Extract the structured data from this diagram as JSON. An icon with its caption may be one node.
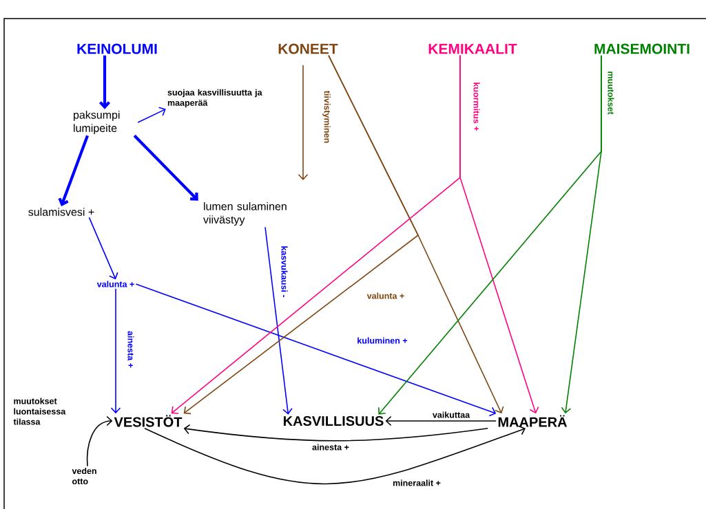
{
  "diagram": {
    "nodes": [
      {
        "text": [
          "KEINOLUMI"
        ]
      },
      {
        "text": [
          "KONEET"
        ]
      },
      {
        "text": [
          "KEMIKAALIT"
        ]
      },
      {
        "text": [
          "MAISEMOINTI"
        ]
      },
      {
        "text": [
          "paksumpi lumipeite"
        ]
      },
      {
        "text": [
          "suojaa kasvillisuutta ja maaperää"
        ]
      },
      {
        "text": [
          "sulamisvesi +"
        ]
      },
      {
        "text": [
          "lumen sulaminen viivästyy"
        ]
      },
      {
        "text": [
          "valunta +"
        ]
      },
      {
        "text": [
          "VESISTÖT"
        ]
      },
      {
        "text": [
          "KASVILLISUUS"
        ]
      },
      {
        "text": [
          "MAAPERÄ"
        ]
      },
      {
        "text": [
          "veden otto"
        ]
      }
    ],
    "edges": [
      {
        "from": 0,
        "to": 4,
        "arrow": "to",
        "style": "thick"
      },
      {
        "from": 4,
        "to": 5,
        "arrow": "to"
      },
      {
        "from": 4,
        "to": 6,
        "arrow": "to",
        "style": "thick"
      },
      {
        "from": 4,
        "to": 7,
        "arrow": "to",
        "style": "thick"
      },
      {
        "from": 6,
        "to": 8,
        "arrow": "to"
      },
      {
        "from": 8,
        "to": 9,
        "arrow": "to",
        "label": "ainesta +"
      },
      {
        "from": 8,
        "to": 11,
        "arrow": "to",
        "label": "kuluminen +"
      },
      {
        "from": 7,
        "to": 10,
        "arrow": "to",
        "label": "kasvukausi -"
      },
      {
        "from": 1,
        "to": null,
        "arrow": "to",
        "label": "tiivistyminen",
        "color": "#7f4510"
      },
      {
        "from": 1,
        "to": 11,
        "arrow": "to",
        "color": "#7f4510"
      },
      {
        "from": 1,
        "to": 9,
        "arrow": "to",
        "label": "valunta +",
        "color": "#7f4510"
      },
      {
        "from": 2,
        "to": 9,
        "arrow": "to",
        "color": "#ff0080"
      },
      {
        "from": 2,
        "to": 11,
        "arrow": "to",
        "label": "kuormitus +",
        "color": "#ff0080"
      },
      {
        "from": 3,
        "to": 10,
        "arrow": "to",
        "color": "#008000"
      },
      {
        "from": 3,
        "to": 11,
        "arrow": "to",
        "label": "muutokset",
        "color": "#008000"
      },
      {
        "from": 11,
        "to": 10,
        "arrow": "to",
        "label": "vaikuttaa",
        "color": "#000000"
      },
      {
        "from": 11,
        "to": 9,
        "arrow": "to",
        "label": "ainesta +",
        "color": "#000000"
      },
      {
        "from": 9,
        "to": 11,
        "arrow": "to",
        "label": "mineraalit +",
        "color": "#000000"
      },
      {
        "from": 12,
        "to": 9,
        "arrow": "to",
        "color": "#000000"
      }
    ],
    "labels": [
      "muutokset luontaisessa tilassa"
    ]
  }
}
